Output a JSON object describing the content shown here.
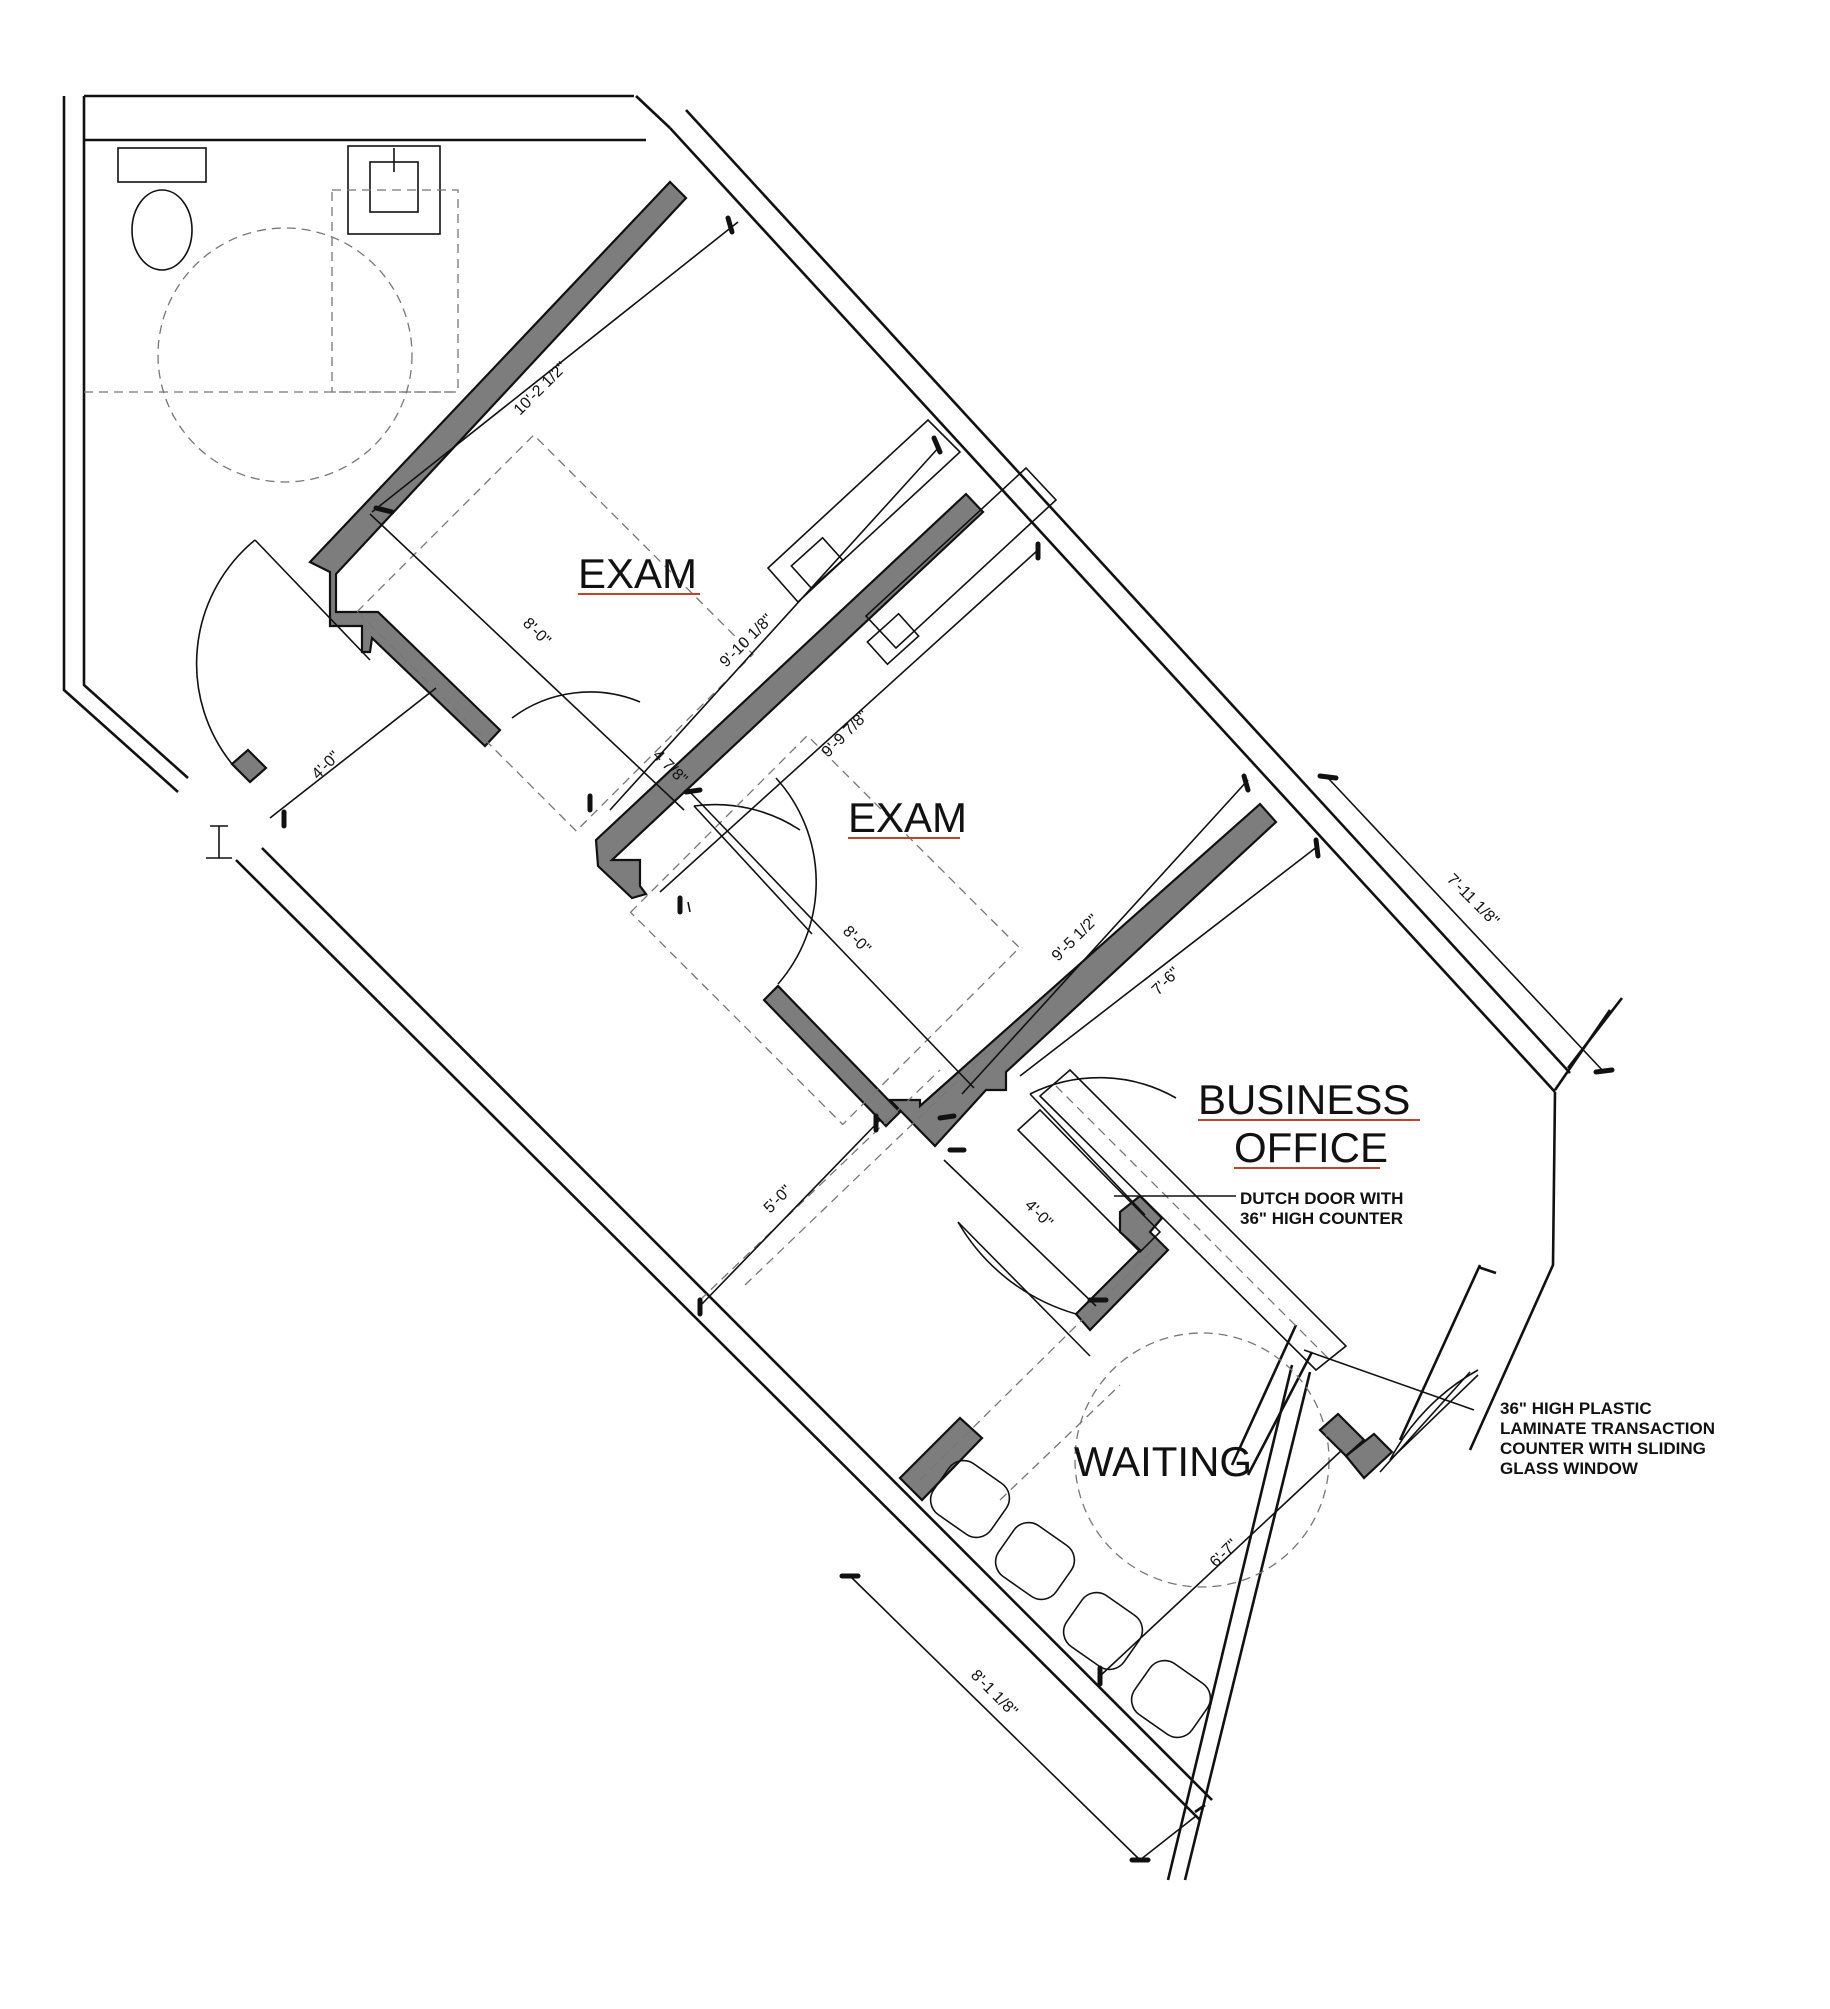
{
  "rooms": {
    "exam_upper": "EXAM",
    "exam_lower": "EXAM",
    "business_line1": "BUSINESS",
    "business_line2": "OFFICE",
    "waiting": "WAITING"
  },
  "notes": {
    "dutch_door_line1": "DUTCH DOOR WITH",
    "dutch_door_line2": "36\" HIGH COUNTER",
    "counter_line1": "36\" HIGH PLASTIC",
    "counter_line2": "LAMINATE TRANSACTION",
    "counter_line3": "COUNTER WITH SLIDING",
    "counter_line4": "GLASS WINDOW"
  },
  "dimensions": {
    "d_10_2_half": "10'-2 1/2\"",
    "d_9_10_1_8": "9'-10 1/8\"",
    "d_8_0_upper": "8'-0\"",
    "d_4_7_8": "4 7/8\"",
    "d_4_0_left": "4'-0\"",
    "d_9_9_7_8": "9'-9 7/8\"",
    "d_8_0_lower": "8'-0\"",
    "d_9_5_half": "9'-5 1/2\"",
    "d_7_6": "7'-6\"",
    "d_7_11_1_8": "7'-11 1/8\"",
    "d_5_0": "5'-0\"",
    "d_4_0_mid": "4'-0\"",
    "d_6_7": "6'-7\"",
    "d_8_1_1_8": "8'-1 1/8\""
  },
  "colors": {
    "wall_fill": "#7d7d7d",
    "dimension_underline": "#c0442a",
    "line": "#111111"
  }
}
